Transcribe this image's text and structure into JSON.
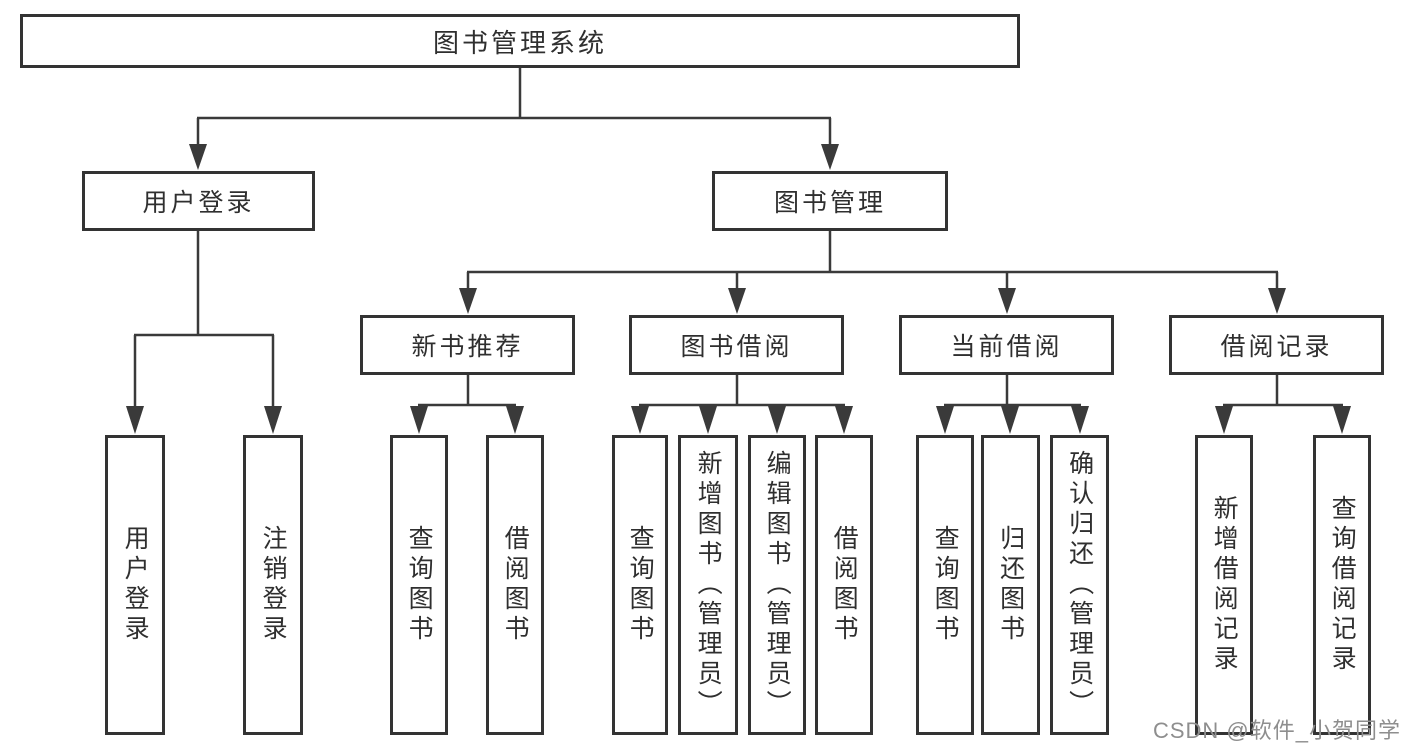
{
  "nodes": {
    "root": "图书管理系统",
    "user_login": "用户登录",
    "book_mgmt": "图书管理",
    "new_book_rec": "新书推荐",
    "book_borrow": "图书借阅",
    "current_borrow": "当前借阅",
    "borrow_record": "借阅记录"
  },
  "leaves": {
    "user_login": "用户登录",
    "logout": "注销登录",
    "rec_query": "查询图书",
    "rec_borrow": "借阅图书",
    "borrow_query": "查询图书",
    "borrow_add": "新增图书（管理员）",
    "borrow_edit": "编辑图书（管理员）",
    "borrow_borrow": "借阅图书",
    "cur_query": "查询图书",
    "cur_return": "归还图书",
    "cur_confirm": "确认归还（管理员）",
    "record_add": "新增借阅记录",
    "record_query": "查询借阅记录"
  },
  "hierarchy": {
    "图书管理系统": {
      "用户登录": [
        "用户登录",
        "注销登录"
      ],
      "图书管理": {
        "新书推荐": [
          "查询图书",
          "借阅图书"
        ],
        "图书借阅": [
          "查询图书",
          "新增图书（管理员）",
          "编辑图书（管理员）",
          "借阅图书"
        ],
        "当前借阅": [
          "查询图书",
          "归还图书",
          "确认归还（管理员）"
        ],
        "借阅记录": [
          "新增借阅记录",
          "查询借阅记录"
        ]
      }
    }
  },
  "watermark": {
    "text": "CSDN @软件_小贺同学",
    "color": "#8e8e8e"
  },
  "colors": {
    "background": "#ffffff",
    "box_border": "#333333",
    "line": "#3a3a3a",
    "text": "#2f2f2f"
  }
}
